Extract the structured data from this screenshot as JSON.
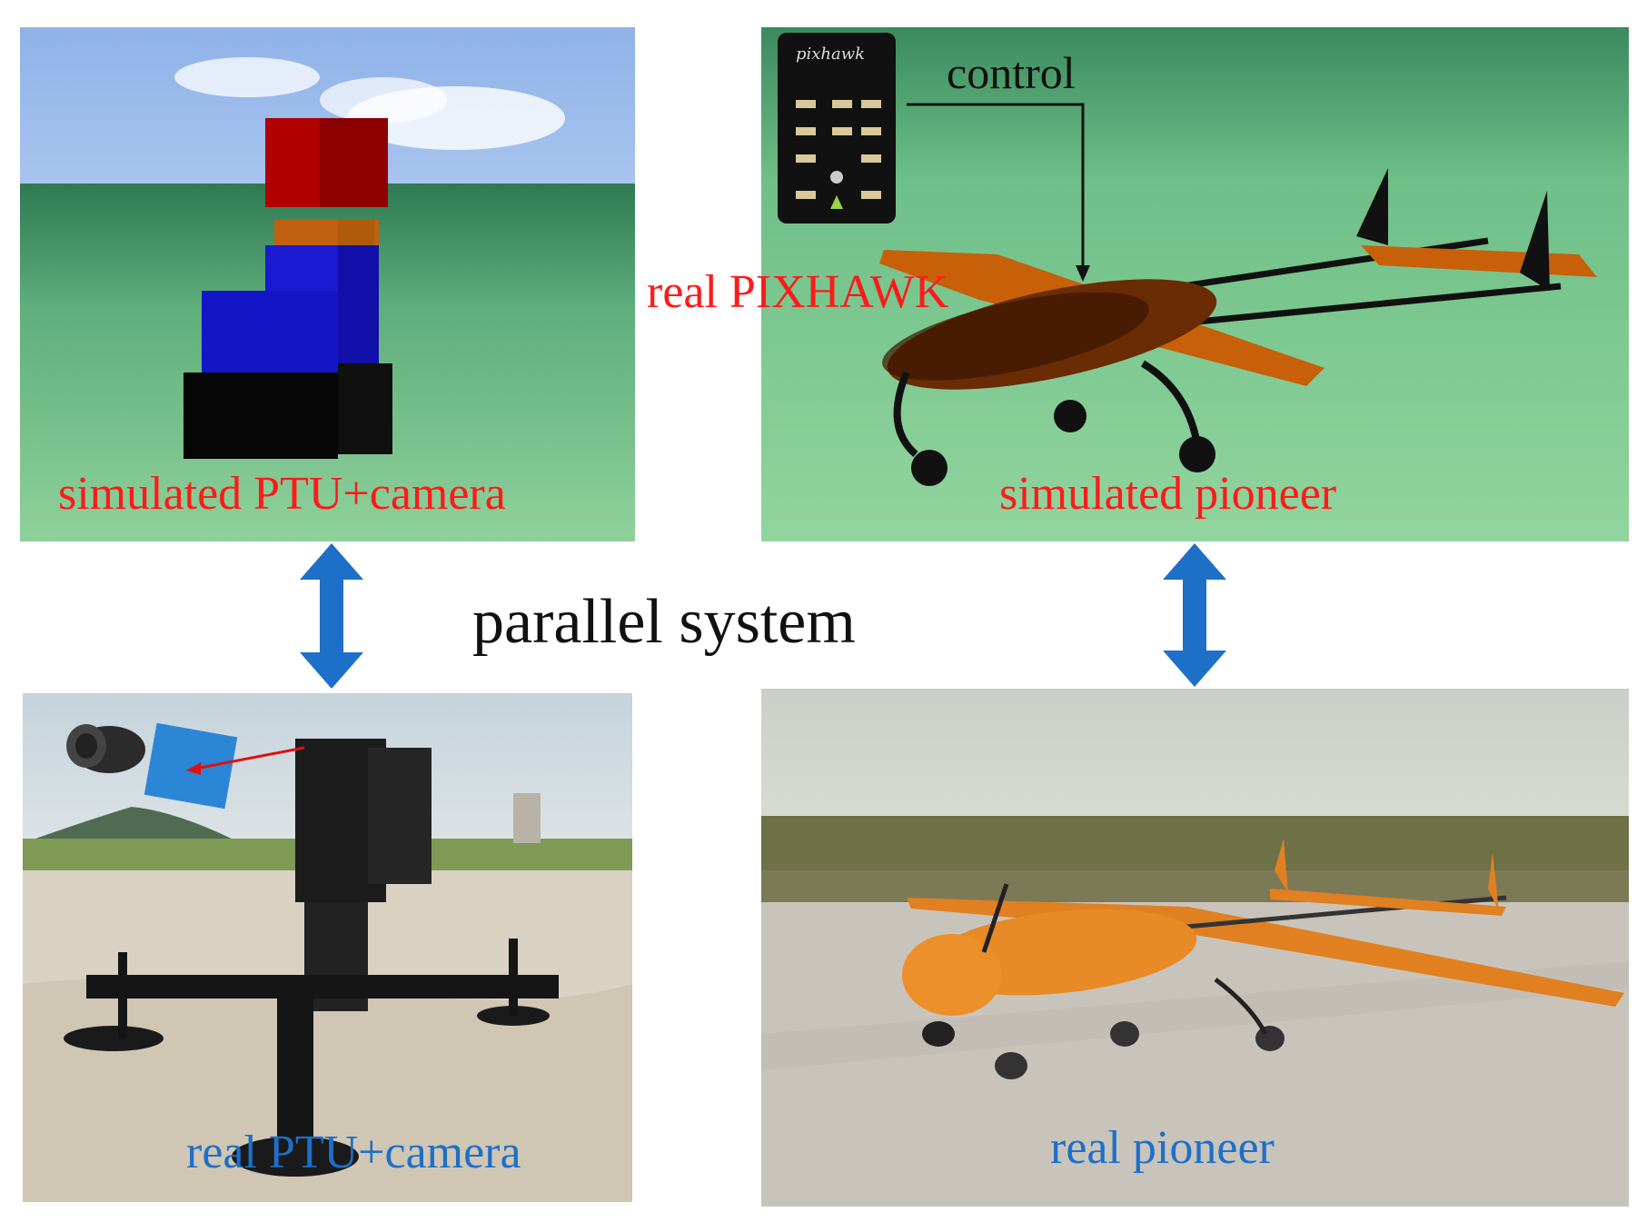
{
  "center_title": "parallel system",
  "panels": {
    "sim_ptu": {
      "label": "simulated PTU+camera"
    },
    "sim_pioneer": {
      "label": "simulated pioneer",
      "control_label": "control"
    },
    "real_ptu": {
      "label": "real PTU+camera"
    },
    "real_pioneer": {
      "label": "real pioneer"
    }
  },
  "pixhawk": {
    "label": "real PIXHAWK",
    "board_logo": "pixhawk"
  },
  "colors": {
    "sim_label": "#ff1a1a",
    "real_label": "#1e6fc8",
    "arrow": "#1e6fc8",
    "sim_ground": "#8fd19a",
    "aircraft_body": "#c8600a"
  },
  "icons": [
    "double-arrow-icon",
    "pixhawk-board-icon"
  ]
}
